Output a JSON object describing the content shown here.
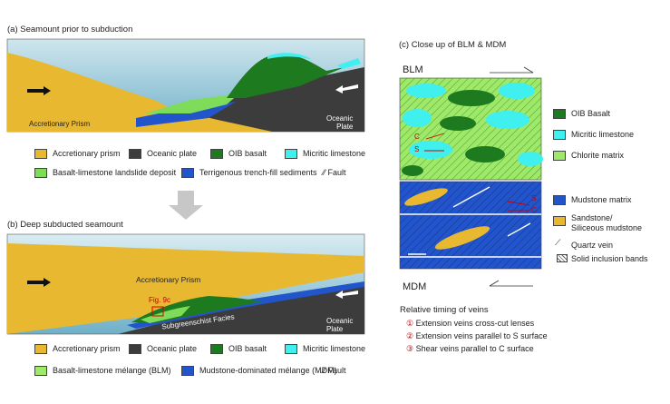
{
  "panel_a": {
    "title": "(a)   Seamount prior to subduction",
    "label_prism": "Accretionary Prism",
    "label_plate": "Oceanic\nPlate",
    "legend": {
      "prism": "Accretionary prism",
      "plate": "Oceanic plate",
      "oib": "OIB basalt",
      "micritic": "Micritic limestone",
      "landslide": "Basalt-limestone landslide deposit",
      "trench": "Terrigenous trench-fill sediments",
      "fault": "Fault"
    }
  },
  "panel_b": {
    "title": "(b)   Deep subducted seamount",
    "label_prism": "Accretionary Prism",
    "label_plate": "Oceanic\nPlate",
    "fig_label": "Fig. 9c",
    "facies_label": "Subgreenschist Facies",
    "legend": {
      "prism": "Accretionary prism",
      "plate": "Oceanic plate",
      "oib": "OIB basalt",
      "micritic": "Micritic limestone",
      "blm": "Basalt-limestone mélange (BLM)",
      "mdm": "Mudstone-dominated mélange (MDM)",
      "fault": "Fault"
    }
  },
  "panel_c": {
    "title": "(c)   Close up of BLM & MDM",
    "top_label": "BLM",
    "bottom_label": "MDM",
    "c_label": "C",
    "s_label": "S",
    "legend": {
      "oib": "OIB Basalt",
      "micritic": "Micritic limestone",
      "chlorite": "Chlorite matrix",
      "mudstone": "Mudstone matrix",
      "sandstone_1": "Sandstone/",
      "sandstone_2": "Siliceous mudstone",
      "quartz": "Quartz vein",
      "solid": "Solid inclusion bands"
    },
    "timing": {
      "title": "Relative timing of veins",
      "items": [
        {
          "num": "①",
          "text": "Extension veins cross-cut lenses"
        },
        {
          "num": "②",
          "text": "Extension veins parallel to S surface"
        },
        {
          "num": "③",
          "text": "Shear veins parallel to C surface"
        }
      ]
    }
  },
  "colors": {
    "prism": "#e8b830",
    "plate": "#3c3c3c",
    "oib": "#1e7a1e",
    "micritic": "#3ff0ef",
    "chlorite": "#9ee86a",
    "mudstone": "#2255cc",
    "water": "#8fc8d8"
  }
}
